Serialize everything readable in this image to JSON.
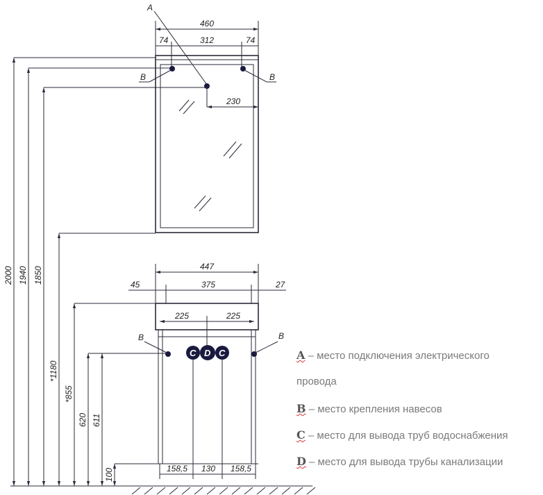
{
  "markers": {
    "a": "A",
    "b": "B",
    "c": "C",
    "d": "D"
  },
  "mirror_dims": {
    "width": "460",
    "left": "74",
    "middle": "312",
    "right": "74",
    "a_offset": "230"
  },
  "cabinet_dims": {
    "width": "447",
    "left": "45",
    "middle": "375",
    "right": "27",
    "half_left": "225",
    "half_right": "225",
    "bottom_left": "158,5",
    "bottom_mid": "130",
    "bottom_right": "158,5"
  },
  "heights": {
    "h2000": "2000",
    "h1940": "1940",
    "h1850": "1850",
    "h1180": "*1180",
    "h855": "*855",
    "h620": "620",
    "h611": "611",
    "h100": "100"
  },
  "legend": [
    {
      "letter": "A",
      "text": "– место подключения электрического"
    },
    {
      "letter": "",
      "text": "провода"
    },
    {
      "letter": "B",
      "text": "– место крепления навесов"
    },
    {
      "letter": "C",
      "text": "– место для вывода труб водоснабжения"
    },
    {
      "letter": "D",
      "text": "– место для вывода трубы канализации"
    }
  ]
}
